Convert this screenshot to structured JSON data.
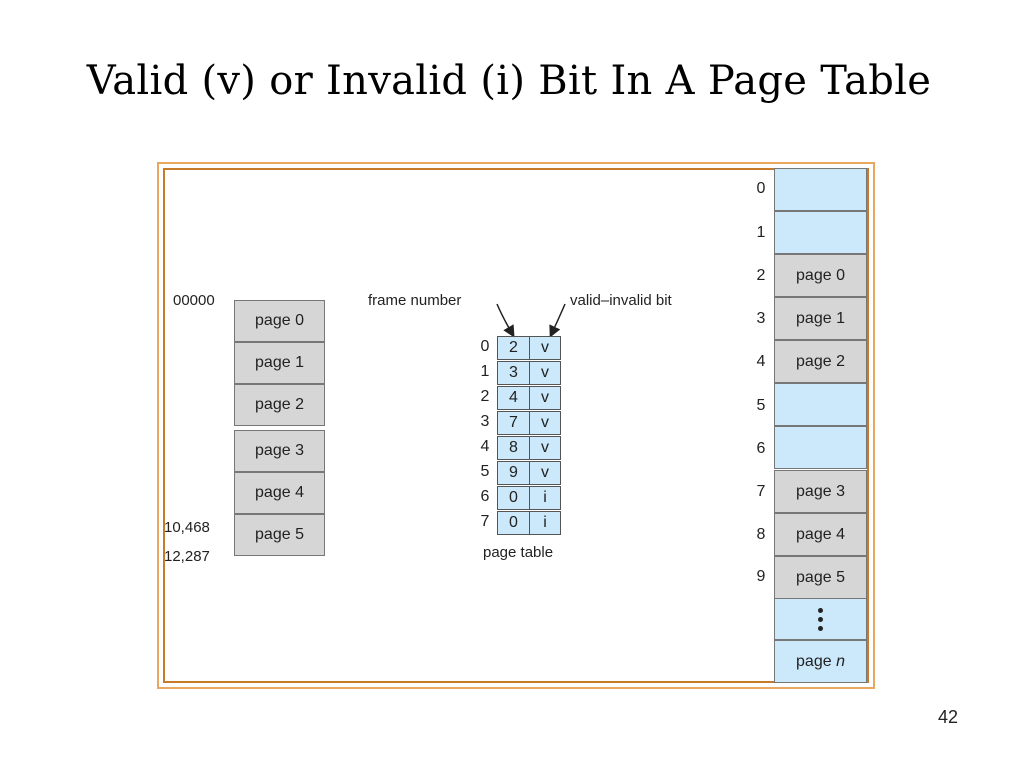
{
  "title": "Valid (v) or Invalid (i) Bit In A Page Table",
  "slide_number": "42",
  "logical_memory": {
    "start_address": "00000",
    "address_a": "10,468",
    "address_b": "12,287",
    "pages": [
      "page 0",
      "page 1",
      "page 2",
      "page 3",
      "page 4",
      "page 5"
    ]
  },
  "page_table": {
    "frame_number_label": "frame number",
    "valid_bit_label": "valid–invalid bit",
    "caption": "page table",
    "entries": [
      {
        "index": "0",
        "frame": "2",
        "bit": "v"
      },
      {
        "index": "1",
        "frame": "3",
        "bit": "v"
      },
      {
        "index": "2",
        "frame": "4",
        "bit": "v"
      },
      {
        "index": "3",
        "frame": "7",
        "bit": "v"
      },
      {
        "index": "4",
        "frame": "8",
        "bit": "v"
      },
      {
        "index": "5",
        "frame": "9",
        "bit": "v"
      },
      {
        "index": "6",
        "frame": "0",
        "bit": "i"
      },
      {
        "index": "7",
        "frame": "0",
        "bit": "i"
      }
    ]
  },
  "physical_memory": {
    "frames": [
      {
        "index": "0",
        "label": ""
      },
      {
        "index": "1",
        "label": ""
      },
      {
        "index": "2",
        "label": "page 0"
      },
      {
        "index": "3",
        "label": "page 1"
      },
      {
        "index": "4",
        "label": "page 2"
      },
      {
        "index": "5",
        "label": ""
      },
      {
        "index": "6",
        "label": ""
      },
      {
        "index": "7",
        "label": "page 3"
      },
      {
        "index": "8",
        "label": "page 4"
      },
      {
        "index": "9",
        "label": "page 5"
      }
    ],
    "last_frame_label": "page",
    "last_frame_suffix": "n"
  },
  "colors": {
    "free_frame": "#cbe9fa",
    "used_frame": "#d6d6d6",
    "frame_border_outer": "#e8a860",
    "frame_border_inner": "#c77a2a"
  }
}
